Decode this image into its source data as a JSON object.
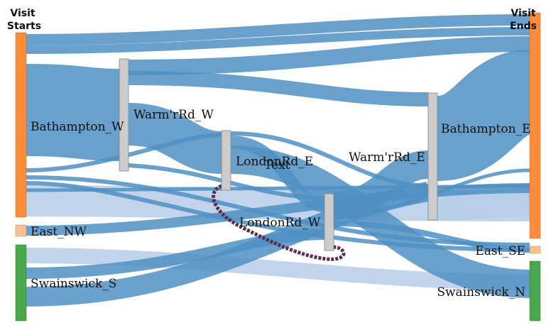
{
  "diagram": {
    "type": "sankey",
    "column_titles": {
      "left": [
        "Visit",
        "Starts"
      ],
      "right": [
        "Visit",
        "Ends"
      ]
    },
    "colors": {
      "flow_dark": "#4f8fc3",
      "flow_light": "#b7cde7",
      "node_start": "#fb8c3a",
      "node_start_light": "#f9c08f",
      "node_green": "#4aa84c",
      "node_mid": "#cccccc",
      "loop": "#5a2d52",
      "text": "#111111"
    },
    "nodes": [
      {
        "id": "bathampton_w",
        "label": "Bathampton_W",
        "color": "#fb8c3a"
      },
      {
        "id": "east_nw",
        "label": "East_NW",
        "color": "#f9c08f"
      },
      {
        "id": "swainswick_s",
        "label": "Swainswick_S",
        "color": "#4aa84c"
      },
      {
        "id": "warmrd_w",
        "label": "Warm'rRd_W",
        "color": "#cccccc"
      },
      {
        "id": "londonrd_e",
        "label": "LondonRd_E",
        "color": "#cccccc"
      },
      {
        "id": "londonrd_w",
        "label": "LondonRd_W",
        "color": "#cccccc"
      },
      {
        "id": "warmrd_e",
        "label": "Warm'rRd_E",
        "color": "#cccccc"
      },
      {
        "id": "bathampton_e",
        "label": "Bathampton_E",
        "color": "#cccccc"
      },
      {
        "id": "visit_ends",
        "label": "",
        "color": "#fb8c3a"
      },
      {
        "id": "east_se",
        "label": "East_SE",
        "color": "#f9c08f"
      },
      {
        "id": "swainswick_n",
        "label": "Swainswick_N",
        "color": "#4aa84c"
      }
    ],
    "overlap_label": "Text"
  }
}
